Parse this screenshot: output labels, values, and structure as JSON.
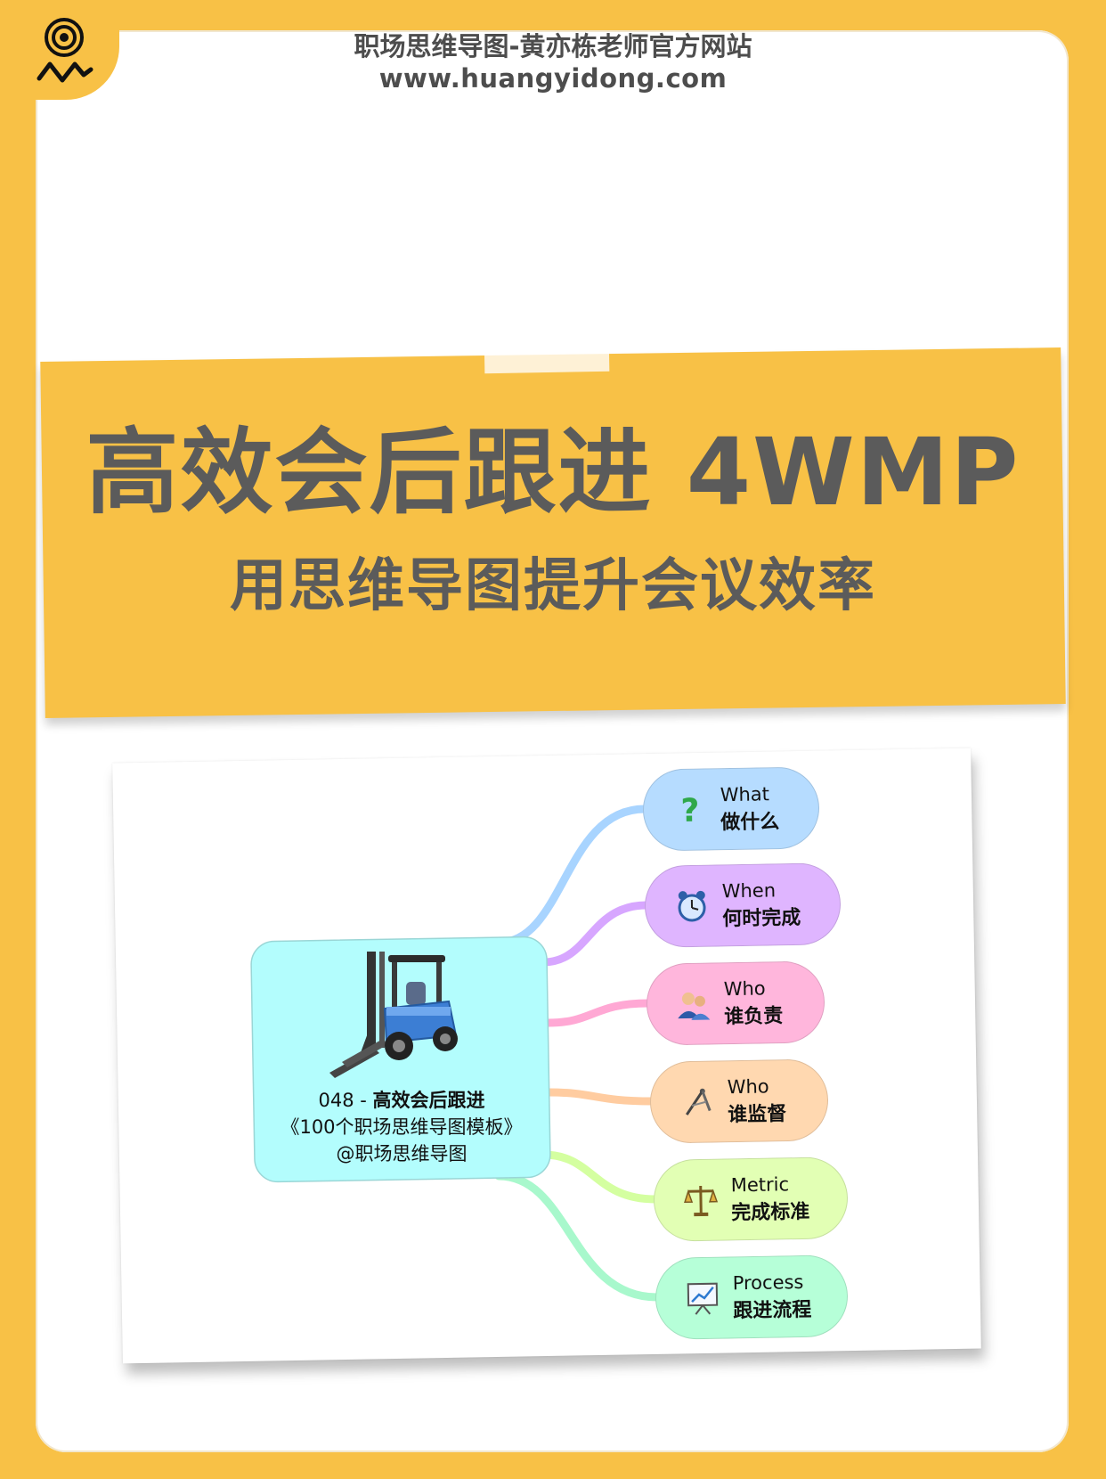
{
  "header": {
    "site_title": "职场思维导图-黄亦栋老师官方网站",
    "site_url": "www.huangyidong.com"
  },
  "banner": {
    "title": "高效会后跟进 4WMP",
    "subtitle": "用思维导图提升会议效率"
  },
  "mindmap": {
    "center": {
      "number": "048 - ",
      "name": "高效会后跟进",
      "series": "《100个职场思维导图模板》",
      "author": "@职场思维导图",
      "icon": "forklift-icon"
    },
    "branches": [
      {
        "en": "What",
        "zh": "做什么",
        "icon": "question-icon",
        "color": "#b6dcff",
        "line": "#a8d4ff"
      },
      {
        "en": "When",
        "zh": "何时完成",
        "icon": "alarm-clock-icon",
        "color": "#dfb5ff",
        "line": "#d7a6ff"
      },
      {
        "en": "Who",
        "zh": "谁负责",
        "icon": "users-icon",
        "color": "#ffb6dc",
        "line": "#ffa8d4"
      },
      {
        "en": "Who",
        "zh": "谁监督",
        "icon": "compass-icon",
        "color": "#ffd8b0",
        "line": "#ffcca0"
      },
      {
        "en": "Metric",
        "zh": "完成标准",
        "icon": "scales-icon",
        "color": "#e2ffb4",
        "line": "#d4ffa0"
      },
      {
        "en": "Process",
        "zh": "跟进流程",
        "icon": "chart-board-icon",
        "color": "#b6ffd8",
        "line": "#a8f8cc"
      }
    ]
  },
  "colors": {
    "background": "#f8c146",
    "title_text": "#5b5b5b",
    "center_node": "#b3fdfd"
  }
}
